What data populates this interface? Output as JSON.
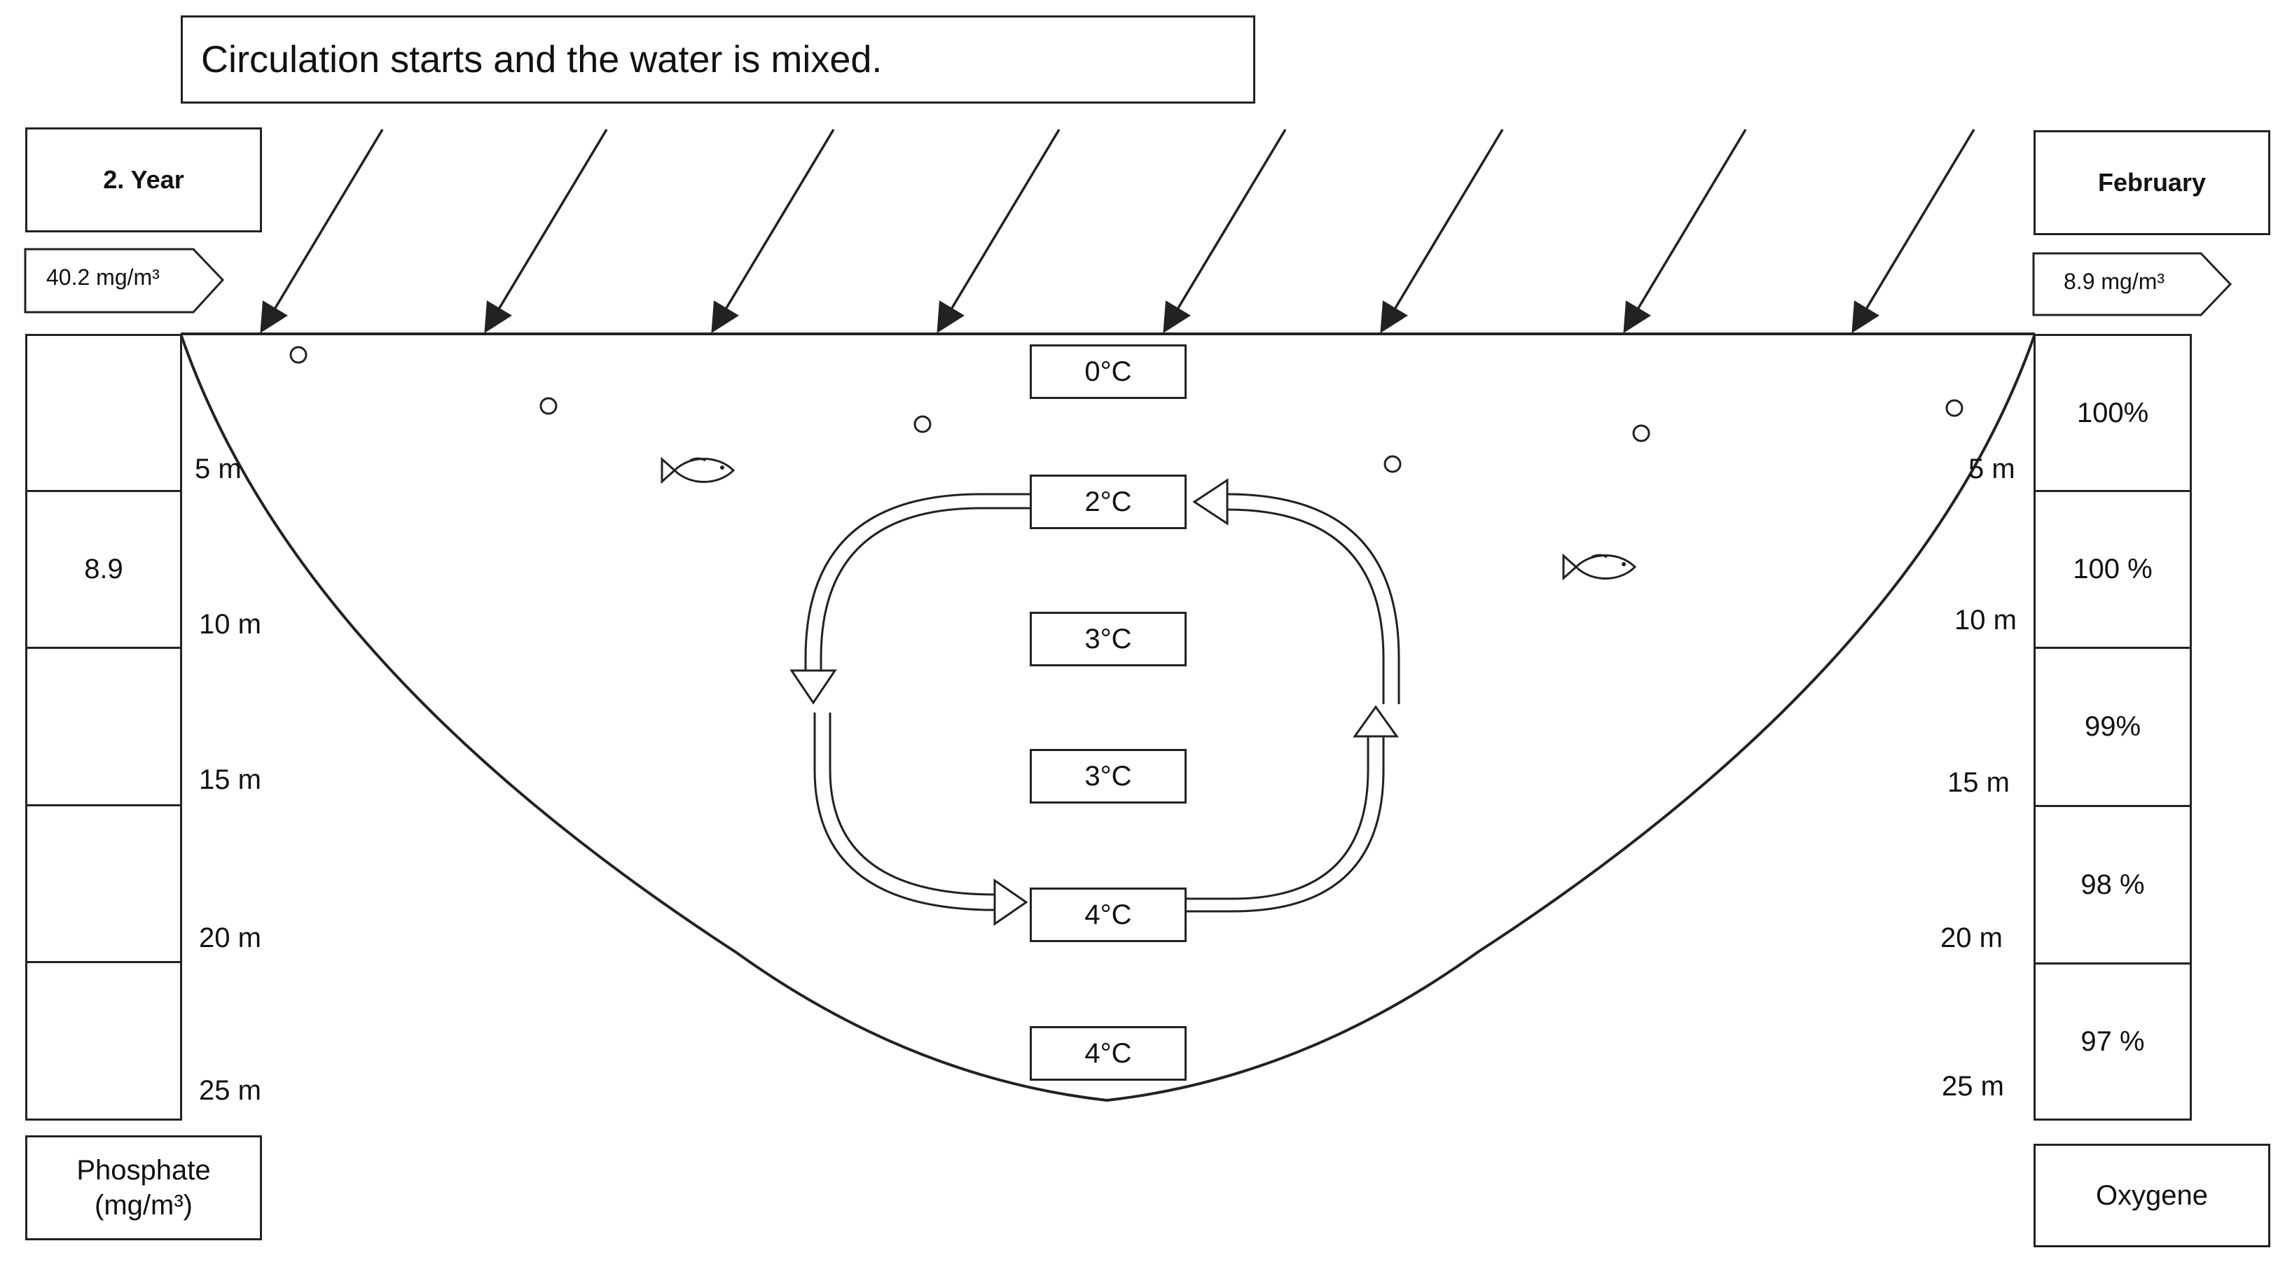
{
  "title": "Circulation starts and the water is mixed.",
  "left_panel": {
    "header": "2. Year",
    "tag": "40.2 mg/m³",
    "cells": [
      "",
      "8.9",
      "",
      "",
      ""
    ],
    "footer_line1": "Phosphate",
    "footer_line2": "(mg/m³)"
  },
  "right_panel": {
    "header": "February",
    "tag": "8.9 mg/m³",
    "cells": [
      "100%",
      "100 %",
      "99%",
      "98 %",
      "97 %"
    ],
    "footer": "Oxygene"
  },
  "depth_labels_left": [
    "5 m",
    "10 m",
    "15 m",
    "20 m",
    "25 m"
  ],
  "depth_labels_right": [
    "5 m",
    "10 m",
    "15 m",
    "20 m",
    "25 m"
  ],
  "temperatures": [
    "0°C",
    "2°C",
    "3°C",
    "3°C",
    "4°C",
    "4°C"
  ]
}
